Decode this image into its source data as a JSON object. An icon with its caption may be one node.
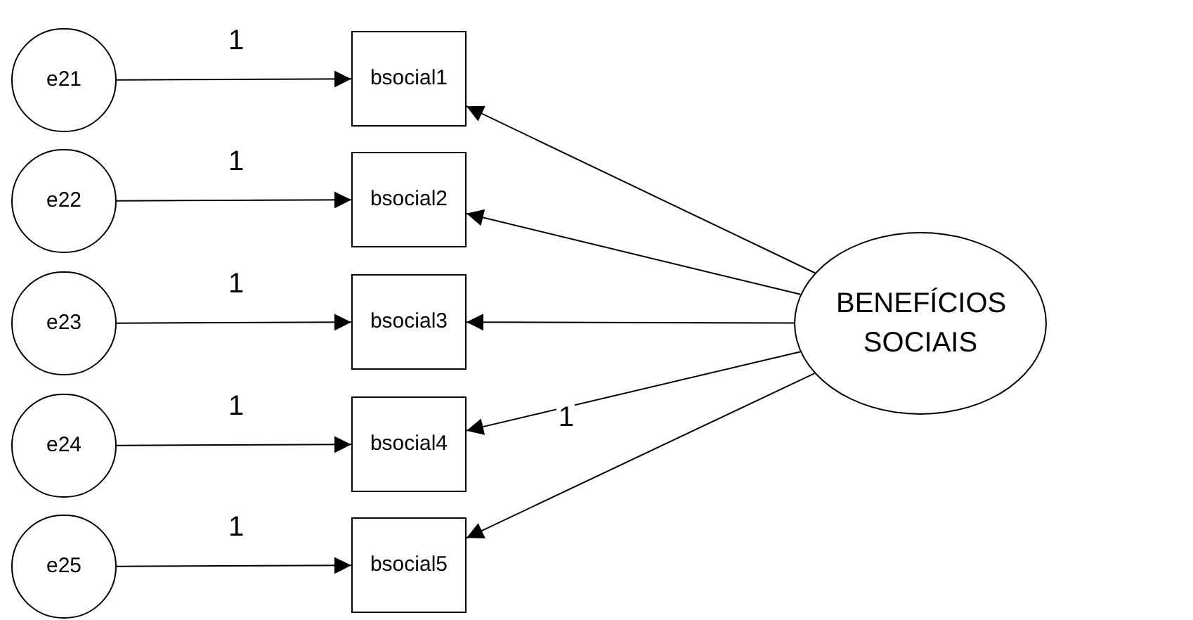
{
  "diagram": {
    "nodes": [
      {
        "text": [
          "e21"
        ]
      },
      {
        "text": [
          "e22"
        ]
      },
      {
        "text": [
          "e23"
        ]
      },
      {
        "text": [
          "e24"
        ]
      },
      {
        "text": [
          "e25"
        ]
      },
      {
        "text": [
          "bsocial1"
        ]
      },
      {
        "text": [
          "bsocial2"
        ]
      },
      {
        "text": [
          "bsocial3"
        ]
      },
      {
        "text": [
          "bsocial4"
        ]
      },
      {
        "text": [
          "bsocial5"
        ]
      },
      {
        "text": [
          "BENEFÍCIOS SOCIAIS"
        ]
      }
    ],
    "edges": [
      {
        "from": 0,
        "to": 5,
        "arrow": "to",
        "label": "1"
      },
      {
        "from": 1,
        "to": 6,
        "arrow": "to",
        "label": "1"
      },
      {
        "from": 2,
        "to": 7,
        "arrow": "to",
        "label": "1"
      },
      {
        "from": 3,
        "to": 8,
        "arrow": "to",
        "label": "1"
      },
      {
        "from": 4,
        "to": 9,
        "arrow": "to",
        "label": "1"
      },
      {
        "from": 10,
        "to": 5,
        "arrow": "to"
      },
      {
        "from": 10,
        "to": 6,
        "arrow": "to"
      },
      {
        "from": 10,
        "to": 7,
        "arrow": "to"
      },
      {
        "from": 10,
        "to": 8,
        "arrow": "to",
        "label": "1"
      },
      {
        "from": 10,
        "to": 9,
        "arrow": "to"
      }
    ]
  }
}
